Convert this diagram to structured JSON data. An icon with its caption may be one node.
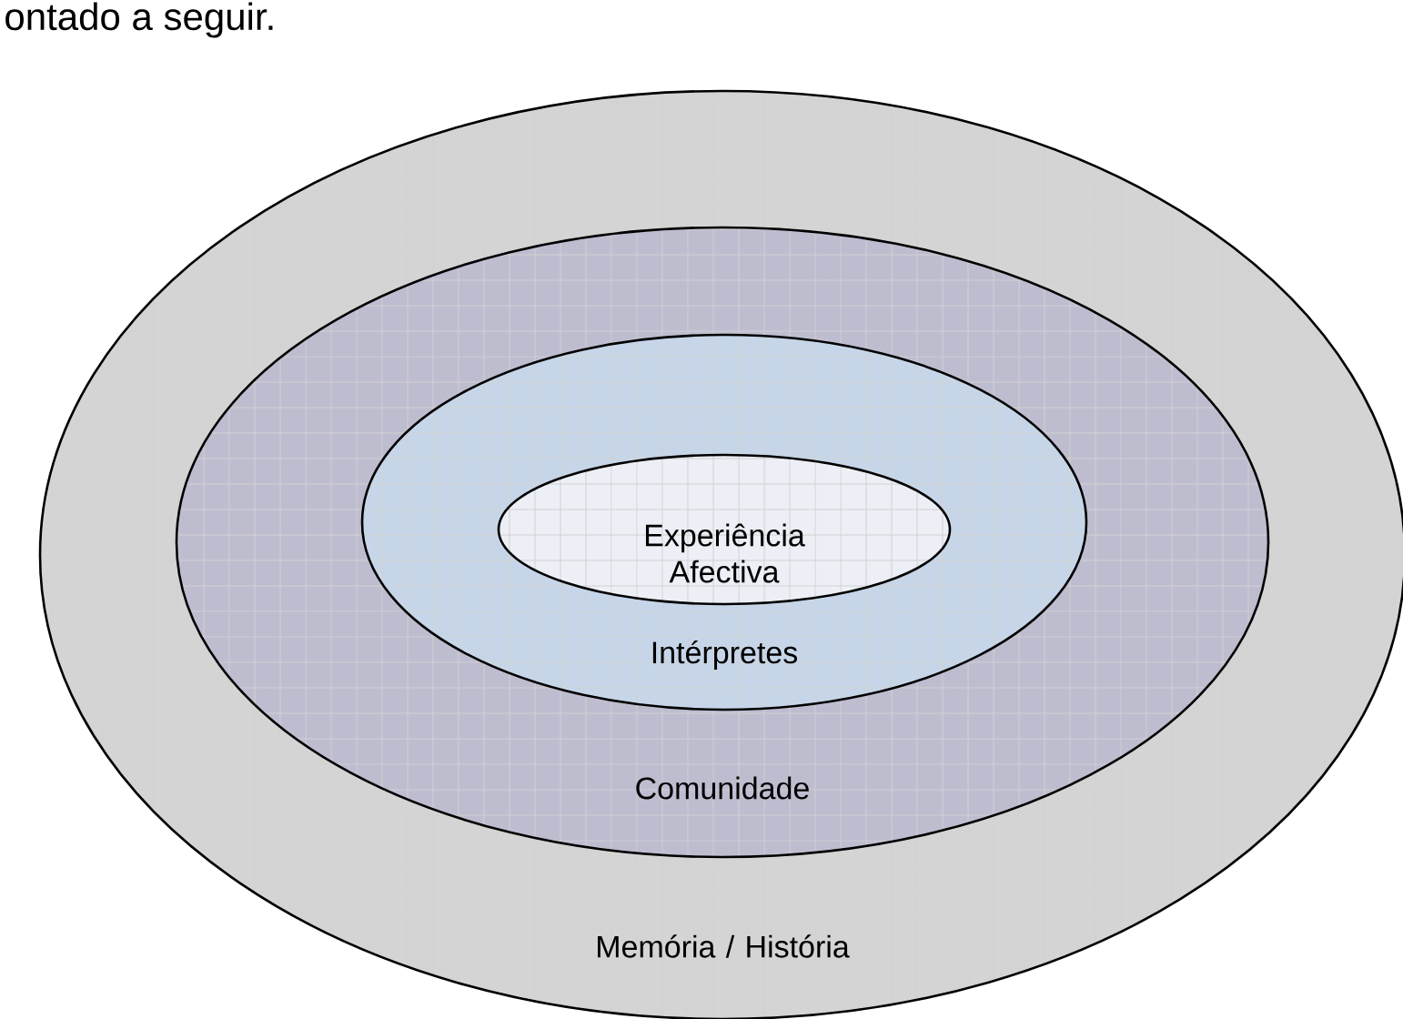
{
  "diagram": {
    "nodes": [
      {
        "text": [
          "Memória / História"
        ]
      },
      {
        "text": [
          "Comunidade"
        ],
        "in": 0
      },
      {
        "text": [
          "Intérpretes"
        ],
        "in": 1
      },
      {
        "text": [
          "Experiência Afectiva"
        ],
        "in": 2
      }
    ],
    "labels": [
      "ontado a seguir."
    ]
  }
}
